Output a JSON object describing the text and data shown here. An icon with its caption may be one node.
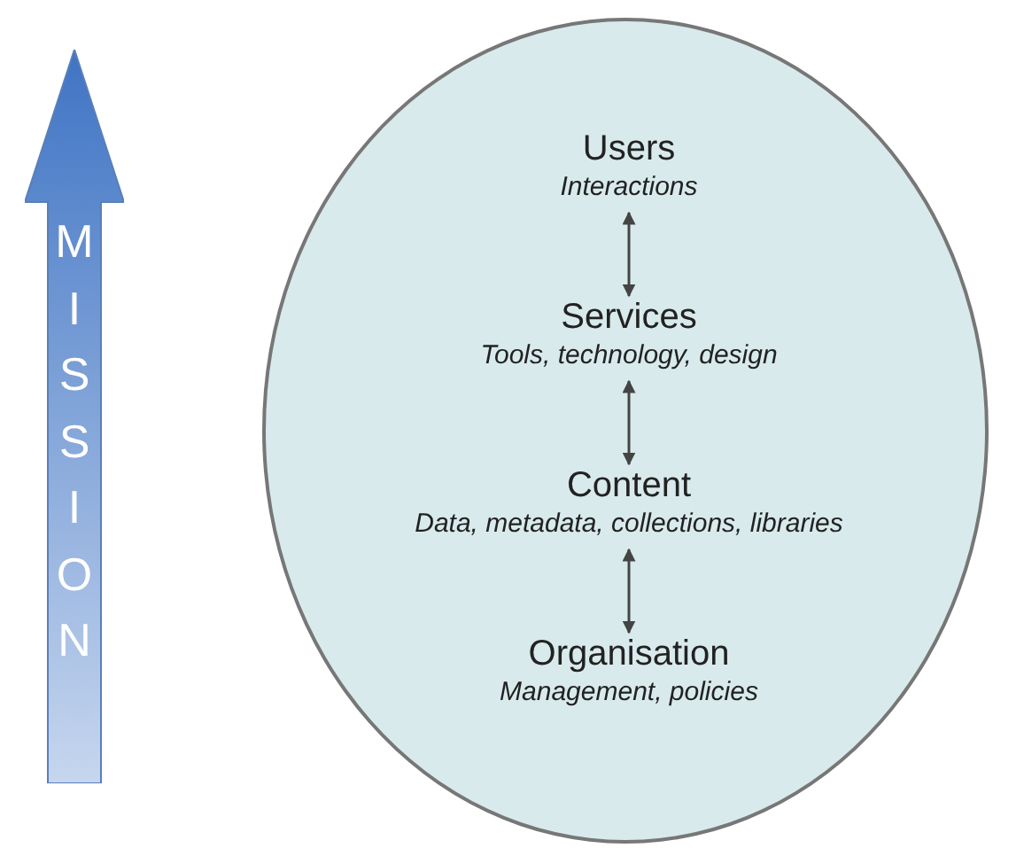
{
  "diagram": {
    "nodes": [
      {
        "text": [
          "MISSION"
        ]
      },
      {
        "text": [],
        "shape": "circle"
      },
      {
        "text": [
          "Users",
          "Interactions"
        ],
        "in": 1
      },
      {
        "text": [
          "Services",
          "Tools, technology, design"
        ],
        "in": 1
      },
      {
        "text": [
          "Content",
          "Data, metadata, collections, libraries"
        ],
        "in": 1
      },
      {
        "text": [
          "Organisation",
          "Management, policies"
        ],
        "in": 1
      }
    ],
    "edges": [
      {
        "from": 2,
        "to": 3,
        "arrow": "both"
      },
      {
        "from": 3,
        "to": 4,
        "arrow": "both"
      },
      {
        "from": 4,
        "to": 5,
        "arrow": "both"
      }
    ]
  }
}
